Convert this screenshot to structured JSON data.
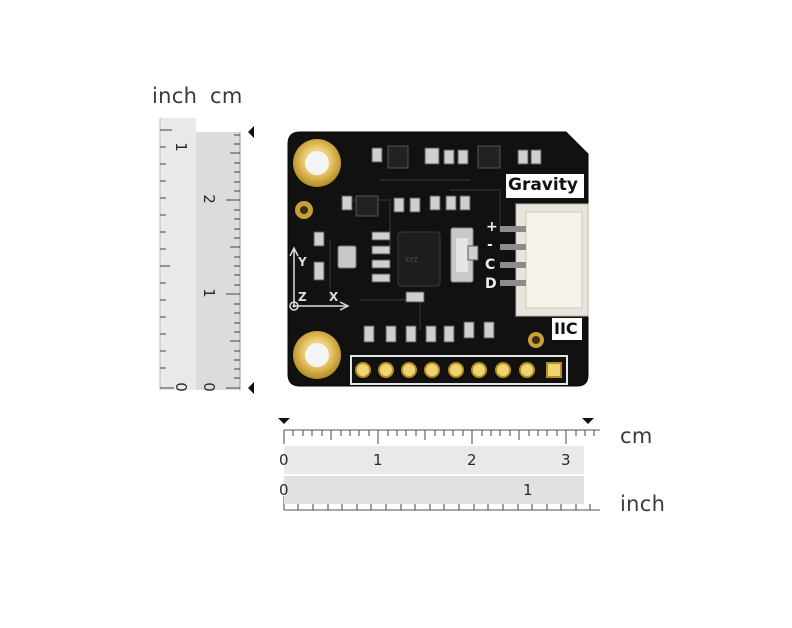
{
  "rulers": {
    "vertical": {
      "inch_label": "inch",
      "cm_label": "cm",
      "inch_ticks": [
        "1",
        "0"
      ],
      "cm_ticks": [
        "2",
        "1",
        "0"
      ]
    },
    "horizontal": {
      "cm_label": "cm",
      "inch_label": "inch",
      "cm_ticks": [
        "0",
        "1",
        "2",
        "3"
      ],
      "inch_ticks": [
        "0",
        "1"
      ]
    }
  },
  "board": {
    "color": "#111111",
    "brand_label": "Gravity",
    "interface_label": "IIC",
    "pin_labels": [
      "+",
      "-",
      "C",
      "D"
    ],
    "axis_labels": {
      "y": "Y",
      "z": "Z",
      "x": "X"
    }
  }
}
